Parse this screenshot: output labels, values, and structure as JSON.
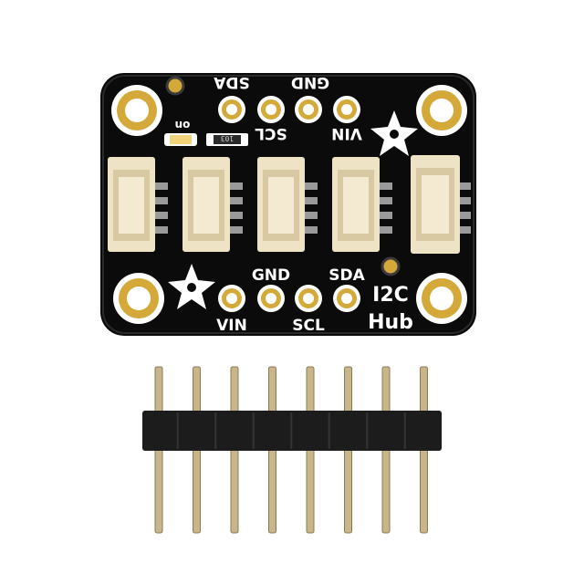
{
  "board": {
    "top_labels": [
      "SDA",
      "GND"
    ],
    "upper_labels": [
      "SCL",
      "VIN"
    ],
    "led_label": "on",
    "chip_label": "103",
    "bottom_upper_labels": [
      "GND",
      "SDA"
    ],
    "bottom_lower_labels": [
      "VIN",
      "SCL"
    ],
    "title_line1": "I2C",
    "title_line2": "Hub"
  },
  "header": {
    "pin_count": 8
  },
  "colors": {
    "pcb": "#0b0b0b",
    "gold": "#d4a93a",
    "connector": "#efe3c6",
    "pin": "#c9b58a",
    "plastic": "#1c1c1c"
  }
}
